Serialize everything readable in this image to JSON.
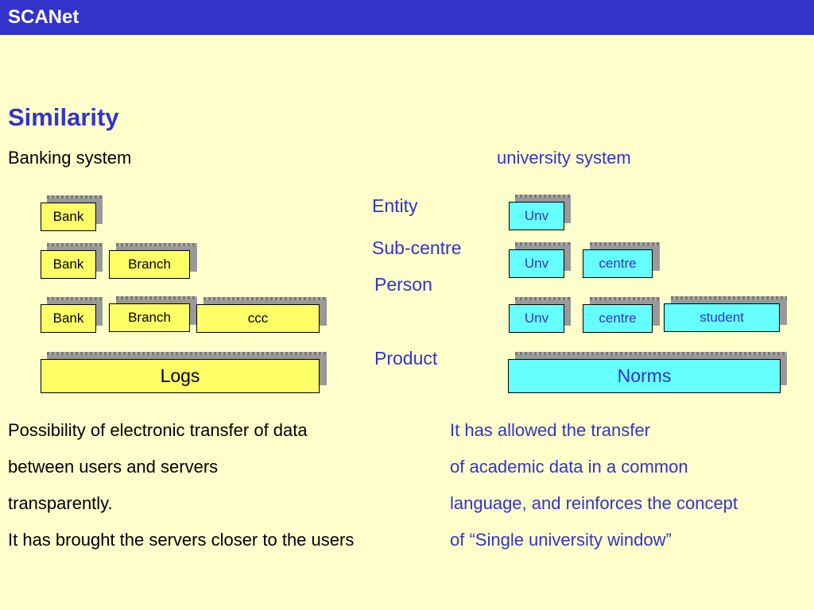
{
  "header": {
    "title": "SCANet"
  },
  "heading": "Similarity",
  "systems": {
    "left": "Banking system",
    "right": "university system"
  },
  "categories": {
    "entity": "Entity",
    "subcentre": "Sub-centre",
    "person": "Person",
    "product": "Product"
  },
  "banking": {
    "row1": {
      "bank": "Bank"
    },
    "row2": {
      "bank": "Bank",
      "branch": "Branch"
    },
    "row3": {
      "bank": "Bank",
      "branch": "Branch",
      "ccc": "ccc"
    },
    "product": "Logs"
  },
  "university": {
    "row1": {
      "unv": "Unv"
    },
    "row2": {
      "unv": "Unv",
      "centre": "centre"
    },
    "row3": {
      "unv": "Unv",
      "centre": "centre",
      "student": "student"
    },
    "product": "Norms"
  },
  "text_left": [
    "Possibility of electronic transfer of data",
    "between users and servers",
    "transparently.",
    "It has brought the servers closer to the users"
  ],
  "text_right": [
    "It has allowed the transfer",
    "of academic data in a common",
    "language, and reinforces the concept",
    "of “Single university window”"
  ],
  "colors": {
    "background": "#FFFFCC",
    "title_bar": "#3333CC",
    "accent_text": "#3333CC",
    "bank_box": "#FFFF66",
    "university_box": "#66FFFF",
    "box_shadow": "#999999"
  }
}
